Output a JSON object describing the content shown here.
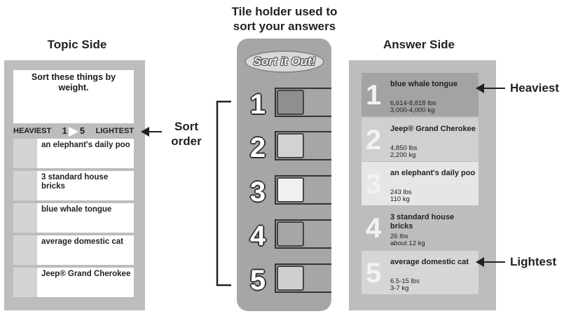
{
  "headings": {
    "topic_side": "Topic Side",
    "tile_holder_line1": "Tile holder used to",
    "tile_holder_line2": "sort your answers",
    "answer_side": "Answer Side"
  },
  "topic": {
    "question_line1": "Sort these things by",
    "question_line2": "weight.",
    "heaviest": "HEAVIEST",
    "start": "1",
    "end": "5",
    "lightest": "LIGHTEST",
    "items": [
      "an elephant's daily poo",
      "3 standard house bricks",
      "blue whale tongue",
      "average domestic cat",
      "Jeep® Grand Cherokee"
    ]
  },
  "sort_order": {
    "line1": "Sort",
    "line2": "order"
  },
  "holder": {
    "logo": "Sort it Out!",
    "slots": [
      "1",
      "2",
      "3",
      "4",
      "5"
    ]
  },
  "answers": [
    {
      "num": "1",
      "title": "blue whale tongue",
      "v1": "6,614-8,818 lbs",
      "v2": "3,000-4,000 kg"
    },
    {
      "num": "2",
      "title": "Jeep® Grand Cherokee",
      "v1": "4,850 lbs",
      "v2": "2,200 kg"
    },
    {
      "num": "3",
      "title": "an elephant's daily poo",
      "v1": "243 lbs",
      "v2": "110 kg"
    },
    {
      "num": "4",
      "title": "3 standard house bricks",
      "v1": "26 lbs",
      "v2": "about 12 kg"
    },
    {
      "num": "5",
      "title": "average domestic cat",
      "v1": "6.5-15 lbs",
      "v2": "3-7 kg"
    }
  ],
  "labels": {
    "heaviest": "Heaviest",
    "lightest": "Lightest"
  },
  "colors": {
    "answer_row_backgrounds": [
      "#a3a3a3",
      "#d0d0d0",
      "#e6e6e6",
      "#bdbdbd",
      "#d6d6d6"
    ],
    "tile_fills": [
      "#8f8f8f",
      "#d2d2d2",
      "#f0f0f0",
      "#a6a6a6",
      "#cfcfcf"
    ]
  }
}
